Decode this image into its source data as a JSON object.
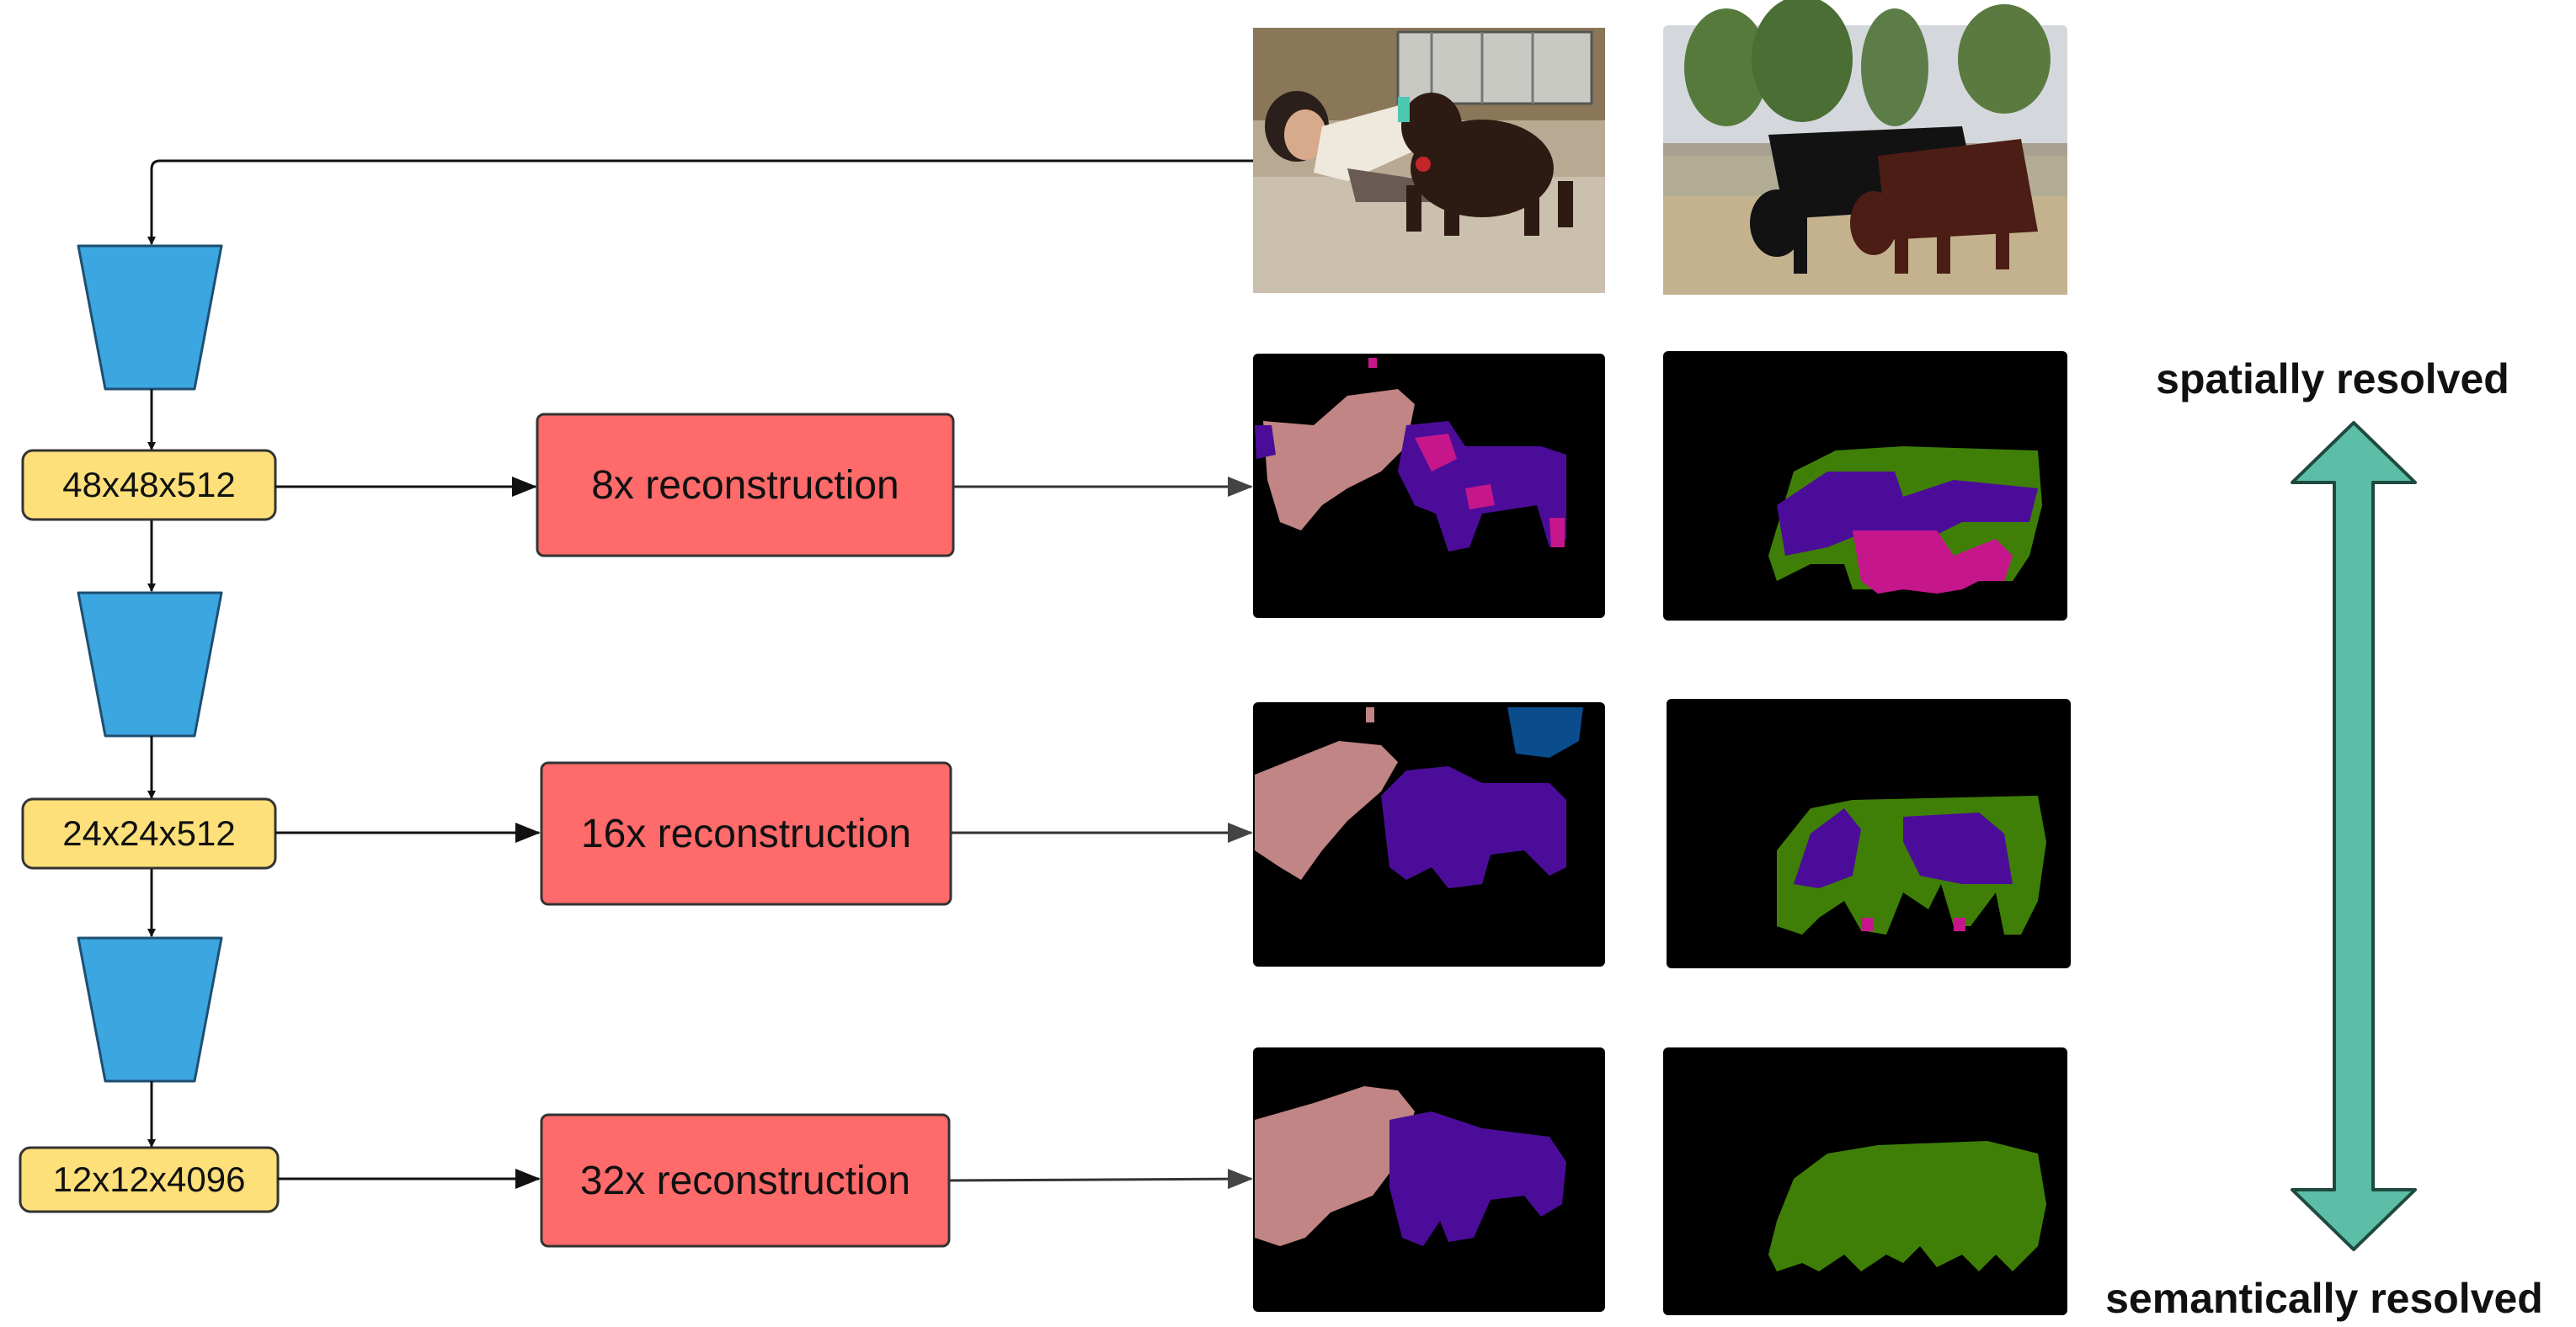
{
  "colors": {
    "encoder": "#3ca6e0",
    "feature_box": "#fde07a",
    "recon_box": "#ff6a6a",
    "arrow_teal": "#5cbea6",
    "seg_person": "#c08584",
    "seg_dog": "#4b0d99",
    "seg_cow": "#3f7f07",
    "seg_magenta": "#c6168c",
    "seg_blue": "#0a4c8c",
    "background": "#000000"
  },
  "stages": [
    {
      "feature": "48x48x512",
      "reconstruction": "8x reconstruction"
    },
    {
      "feature": "24x24x512",
      "reconstruction": "16x reconstruction"
    },
    {
      "feature": "12x12x4096",
      "reconstruction": "32x reconstruction"
    }
  ],
  "images": {
    "input_left": "photo: person on carpet playing with brown dog",
    "input_right": "photo: black cow and brown cow grazing in field"
  },
  "axis": {
    "top": "spatially resolved",
    "bottom": "semantically resolved"
  }
}
